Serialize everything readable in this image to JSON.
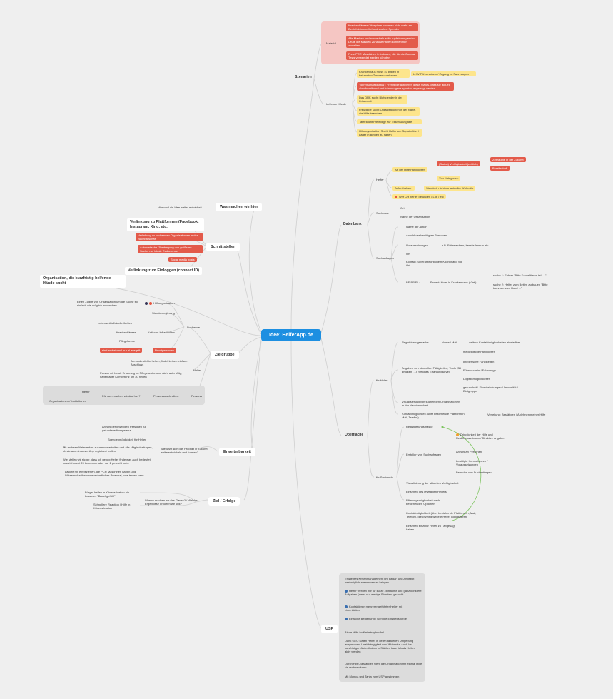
{
  "root": "Idee: HelferApp.de",
  "szenarien": {
    "label": "Szenarien",
    "material": {
      "label": "Material",
      "items": [
        "Krankenhäuser / Hospitale kommen nicht mehr an Desinfektionsmittel und suchen Spender",
        "Alle Masken und ausserhalb zelte ruplizieren persönl. Leute die Masken Zuhause haben können nun zustellen",
        "Freie PCR Maschinen in Laboren, die für die Corona Tests verwendet werden könnten"
      ]
    },
    "helfende": {
      "label": "helfende Hände",
      "items": [
        "Krankenhaus muss 40 Bisten in bekannten Zimmern umbauen",
        "LKW Führerschein / Zugang zu Fahrzeugen",
        "\"Bereitschaftsstatus\": Freiwillige aktivieren diese Status, dass sie aktuell abrufbereit sind und können ganz spontan angefragt werden",
        "Das DRK sucht Blutspender in der Krisenzeit",
        "Freiwillige sucht Organisationen in der Nähe, die Hilfe brauchen",
        "Tafel sucht Freiwillige zur Essensausgabe",
        "Hilfsorganisation Sucht Helfer um Squatmöbel / Lager in Betrieb zu halten"
      ]
    }
  },
  "was_machen": {
    "label": "Was machen wir hier",
    "note": "Hier wird die Idee weiter entwickelt"
  },
  "schnittstellen": {
    "label": "Schnittstellen",
    "items": [
      "Verlinkung zu Plattformen (Facebook, Instagram, Xing, etc.",
      "Verlinkung zu suchenden Organisationen in der Nachbarschaft",
      "Automatische Übertragung von größeren Suchen an lokale Radiosender",
      "Social media posts",
      "Verlinkung zum Einloggen (connect ID)"
    ]
  },
  "organisation_note": "Organisation, die kurzfristig helfende Hände sucht",
  "zielgruppe": {
    "label": "Zielgruppe",
    "suchende": {
      "label": "Suchende",
      "items": [
        "Einen Zugriff von Organisation um die Suche so einfach wie möglich zu machen",
        "Hilfsorganisation",
        "Stundenregierung",
        "Lebensmittelhändler/ketten",
        "Krankenhäuser",
        "Kritische Infrastruktur",
        "Pflegeheime",
        "sind erst einmal nur el ausgeft",
        "Privatpersonen"
      ]
    },
    "helfer": {
      "label": "Helfer",
      "items": [
        "Jemand möchte helfen, findet keinen einfach Anschluss",
        "Person mit beruf. Erfahrung im Pflegesektor sind nicht aktiv tätig, haben aber Kompetenz um zu helfen"
      ]
    },
    "persona": {
      "label": "Persona",
      "question": "Für wen machen wir das hier?",
      "sub": "Personas schreiben",
      "items": [
        "Helfer",
        "Organisationen / Institutionen"
      ]
    }
  },
  "erweiterbarkeit": {
    "label": "Erweiterbarkeit",
    "question": "Wie lässt sich das Produkt in Zukunft weiterentwickeln und formen?",
    "items": [
      "Anzahl der jeweiligen Personen für gefundene Kompetenz",
      "Spendenmöglichkeit für Helfer",
      "Mit anderen Netzwerken zusammenarbeiten und alle Mitglieder fragen, ob sie auch in unser App registriert wollen",
      "Wie stellen wir sicher, dass ich genug Helfer finde was auch bedeutet, dass ich nicht 20 bekomme aber nur 2 gesucht habe",
      "Labore mit einbeziehen, die PCR Maschinen haben und Wissenschaftler/wissenschaftliches Personal, was testen kann"
    ]
  },
  "ziel": {
    "label": "Ziel / Erfolge",
    "question": "Warum machen wir das Ganze? / Welche Ergebnisse erhoffen wir uns?",
    "items": [
      "Bürger helfen in Krisensituation ein besseres \"Bauchgefühl\"",
      "Schnellere Reaktion / Hilfe in Krisensituation"
    ]
  },
  "datenbank": {
    "label": "Datenbank",
    "helfer": {
      "label": "Helfer",
      "items": [
        "Art der Hilfe/Fähigkeiten",
        "(Status) Verfügbarkeit (zeitlich)",
        "Zeiträume in der Zukunft",
        "Bereitschaft",
        "Von Kategorien",
        "Aufenthaltsort",
        "Standort, nicht nur aktueller Wohnsitz",
        "Wer Ort hier er gefunden / Lob / etc"
      ]
    },
    "suchende": {
      "label": "Suchende",
      "items": [
        "Ort",
        "Name der Organisation"
      ]
    },
    "suchanfragen": {
      "label": "Suchanfragen",
      "items": [
        "Name der Aktion",
        "Anzahl der benötigten Personen",
        "Voraussetzungen",
        "z.B. Führerschein, bereits Immun etc.",
        "Ort",
        "Kontakt zu verantwortlichem Koordinator vor Ort",
        "BEISPIEL:",
        "Projekt: Hotel in Krankenhaus ( Ort )",
        "suche 1: Fahrer \"Bitte Kontaktieren tel. ...\"",
        "suche 2: Helfer zum Betten aufbauen \"Bitte kommen zum Hotel ...\""
      ]
    }
  },
  "oberflaeche": {
    "label": "Oberfläche",
    "fuer_helfer": {
      "label": "für Helfer",
      "items": [
        "Registrierungsmaske",
        "Name / Mail",
        "weitere Kontaktmöglichkeiten einstellbar",
        "Angaben von sinnvollen Fähigkeiten, Tools (3D drucken, ...), welches Erfahrungslevel",
        "medizinische Fähigkeiten",
        "pflegerische Fähigkeiten",
        "Führerschein / Fahrzeuge",
        "Logistikmöglichkeiten",
        "gesundheitl. Einschränkungen / Immunität / Blutgruppe",
        "Visualisierung von suchenden Organisationen in der Nachbarschaft",
        "Kontaktmöglichkeit (über bestehende Plattformen, Mail, Telefon)",
        "Verteilung: Bestätigen / Ablehnen meiner Hilfe"
      ]
    },
    "fuer_suchende": {
      "label": "für Suchende",
      "items": [
        "Registrierungsmaske",
        "Erstellen von Suchanfragen",
        "Dringlichkeit der Hilfe und Reaktionszeitraum / Direktive angeben",
        "Anzahl an Personen",
        "benötigte Kompetenzen / Voraussetzungen",
        "Beenden von Suchanfragen",
        "Visualisierung der aktuellen Verfügbarkeit",
        "Einsehen des jeweiligen Helfers",
        "Filterungsmöglichkeit nach bestehenden Optionen",
        "Kontaktmöglichkeit (über bestehende Plattformen, Mail, Telefon), gleichzeitig weitere Helfer kontaktieren",
        "Einsehen einzelnr Helfer zu / abgesagt haben"
      ]
    }
  },
  "usp": {
    "label": "USP",
    "items": [
      "Effizientes Krisenmanagement um Bedarf und Angebot bestmöglich zusammen zu bringen",
      "Helfer werden nur für kurze Zeiträume und ganz konkrete Aufgaben (meist nur wenige Stunden) gesucht",
      "Kontaktieren mehrerer geführter Helfer mit einer Aktion",
      "Einfache Bedienung / Geringe Einstiegshürde",
      "Akute Hilfe im Katastrophenfall",
      "Dank GEO Daten Helfer in deren aktuellen Umgebung ansprechen. Unabhängigkeit vom Wohnsitz. Auch bei kurzfristigen Aufenthalten in Städten kann ich als Helfer aktiv werden",
      "Durch Hilfe-Bestätigen sieht die Organisation mit einmal Hilfe sie rechnen kann",
      "Mit Monica und Tanja zum USP abstimmen"
    ]
  }
}
